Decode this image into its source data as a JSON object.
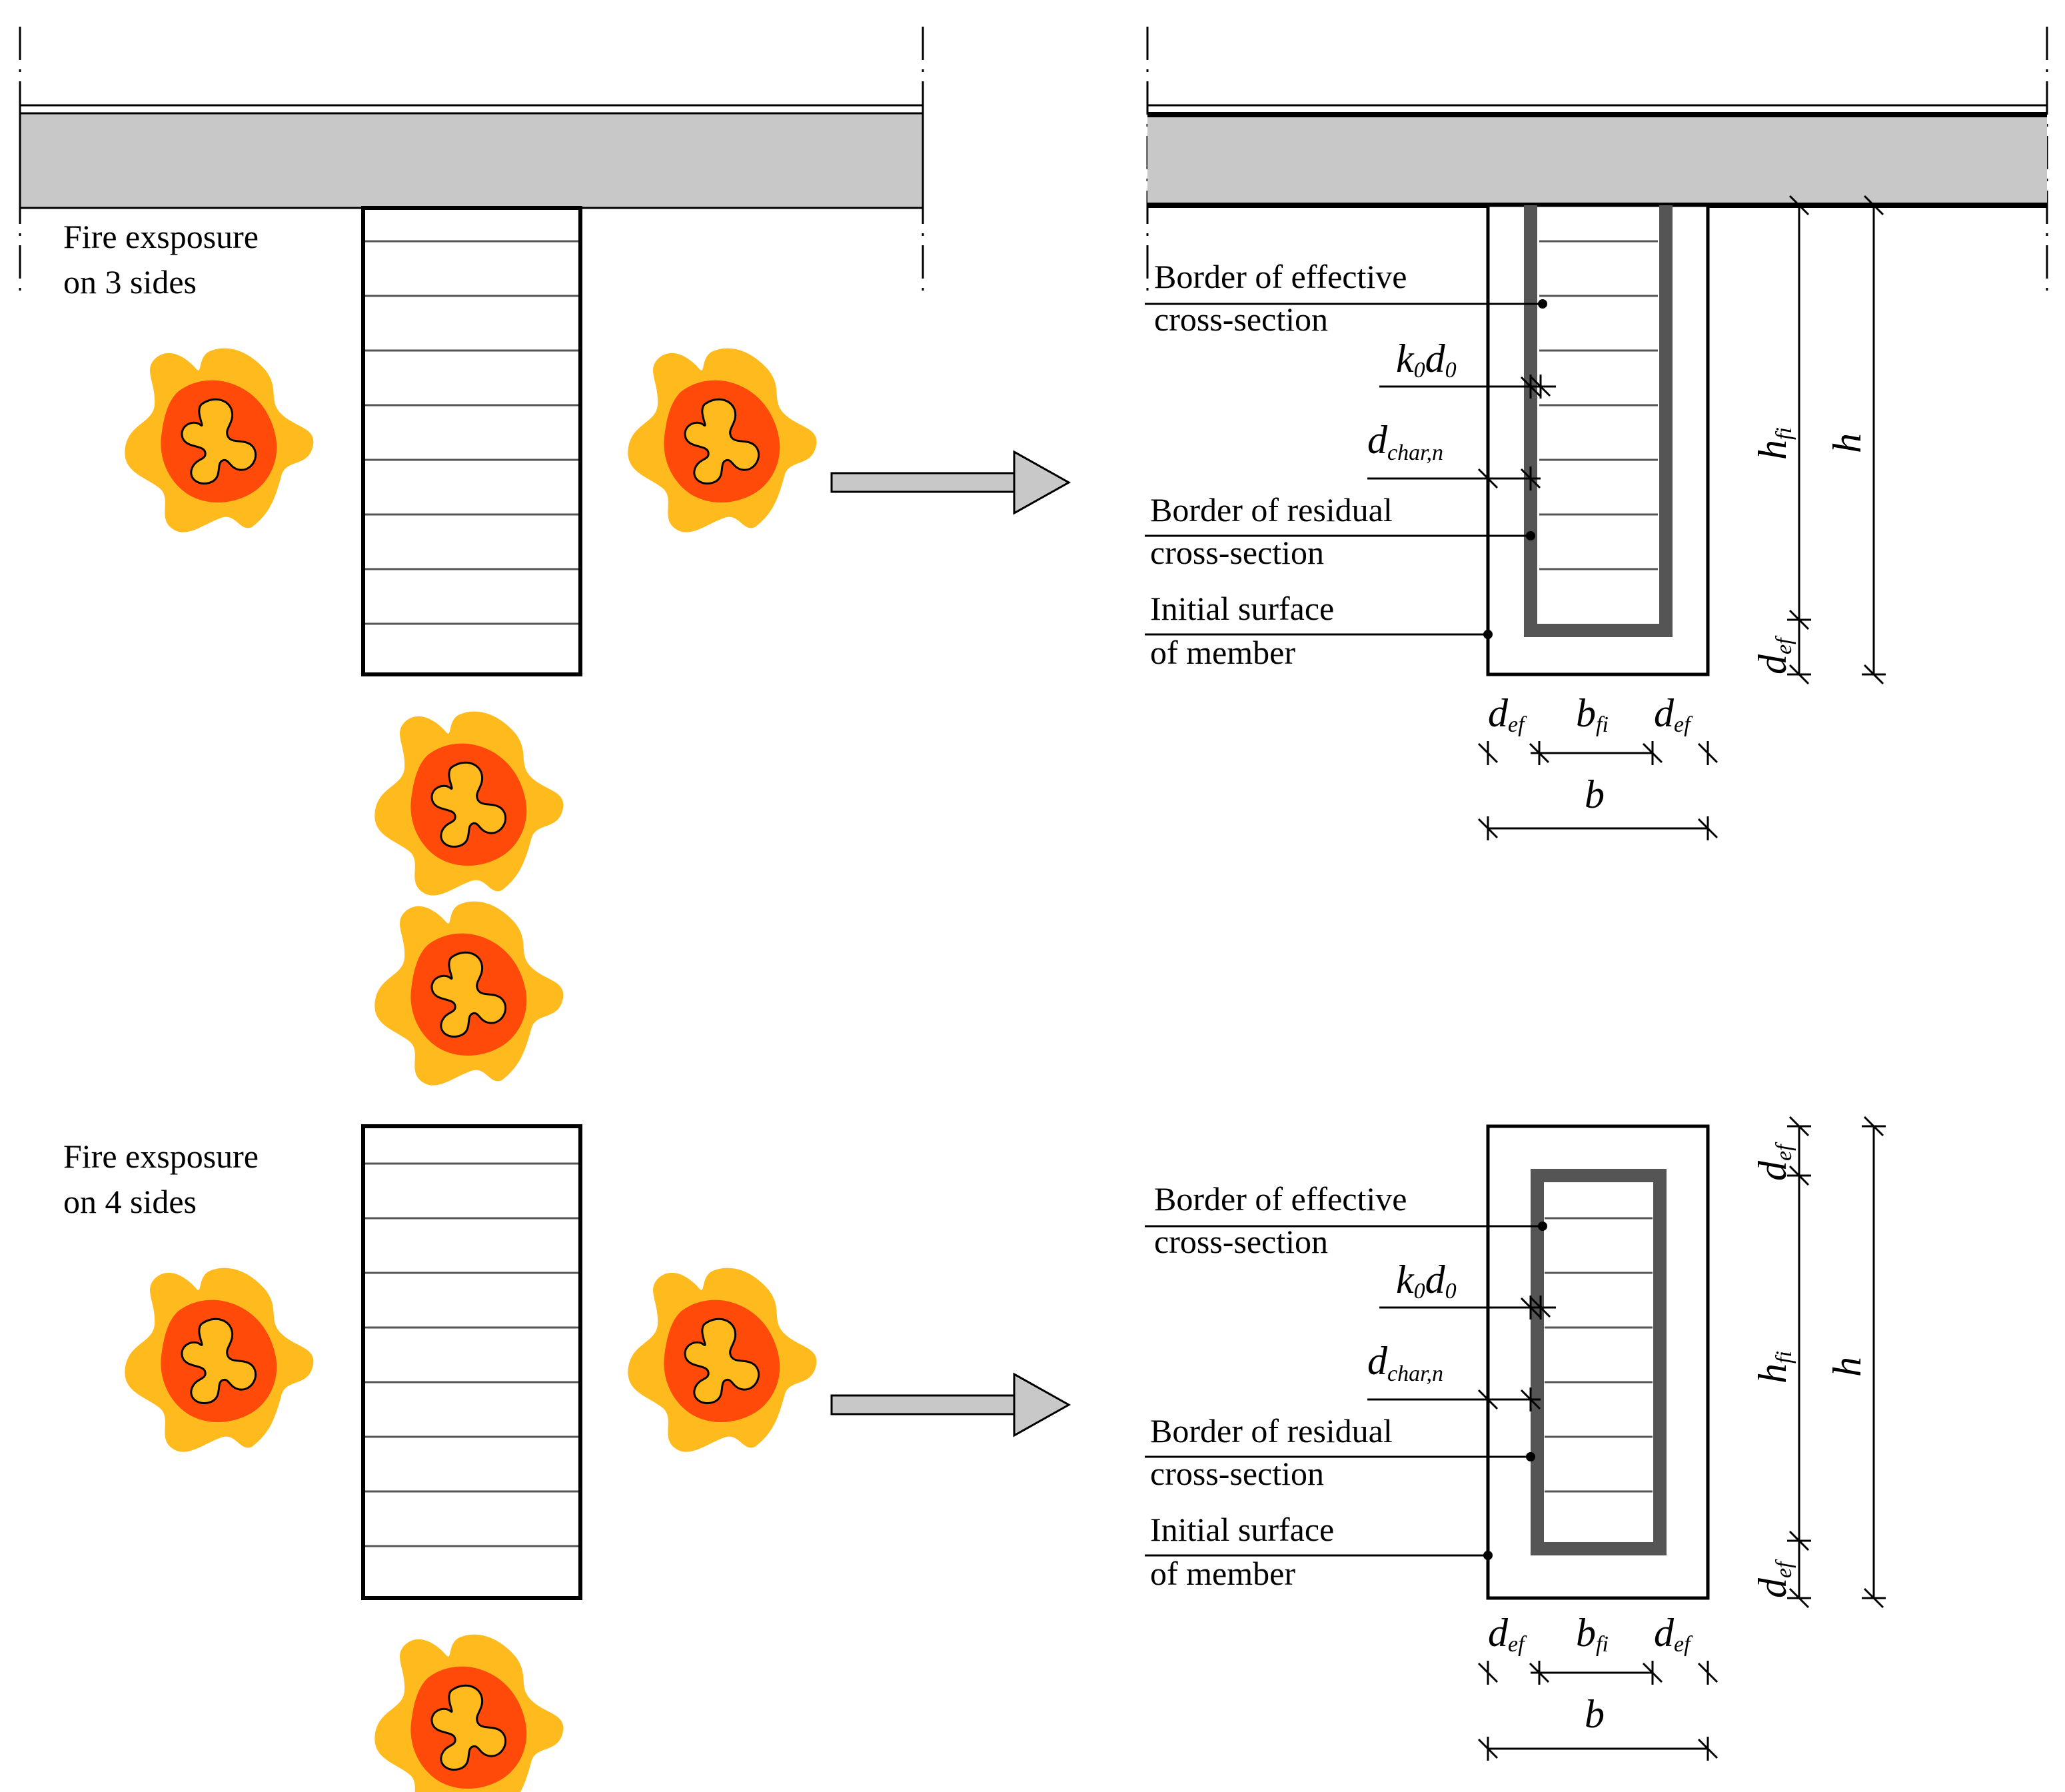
{
  "panels": [
    {
      "exposure_title": [
        "Fire exsposure",
        "on 3 sides"
      ],
      "labels": {
        "effective": [
          "Border of effective",
          "cross-section"
        ],
        "residual": [
          "Border of residual",
          "cross-section"
        ],
        "initial": [
          "Initial surface",
          "of member"
        ]
      }
    },
    {
      "exposure_title": [
        "Fire exsposure",
        "on 4 sides"
      ],
      "labels": {
        "effective": [
          "Border of effective",
          "cross-section"
        ],
        "residual": [
          "Border of residual",
          "cross-section"
        ],
        "initial": [
          "Initial surface",
          "of member"
        ]
      }
    }
  ],
  "symbols": {
    "k0d0": {
      "main1": "k",
      "sub1": "0",
      "main2": "d",
      "sub2": "0"
    },
    "dchar": {
      "main": "d",
      "sub": "char,n"
    },
    "def": {
      "main": "d",
      "sub": "ef"
    },
    "bfi": {
      "main": "b",
      "sub": "fi"
    },
    "hfi": {
      "main": "h",
      "sub": "fi"
    },
    "b": "b",
    "h": "h"
  },
  "colors": {
    "slab": "#c8c8c8",
    "residual_border": "#555555",
    "arrow_fill": "#c8c8c8",
    "flame_outer": "#ffbb1e",
    "flame_mid": "#ff4a0a",
    "flame_inner": "#ffbb1e"
  },
  "icons": [
    "fire-icon",
    "right-arrow-icon"
  ]
}
